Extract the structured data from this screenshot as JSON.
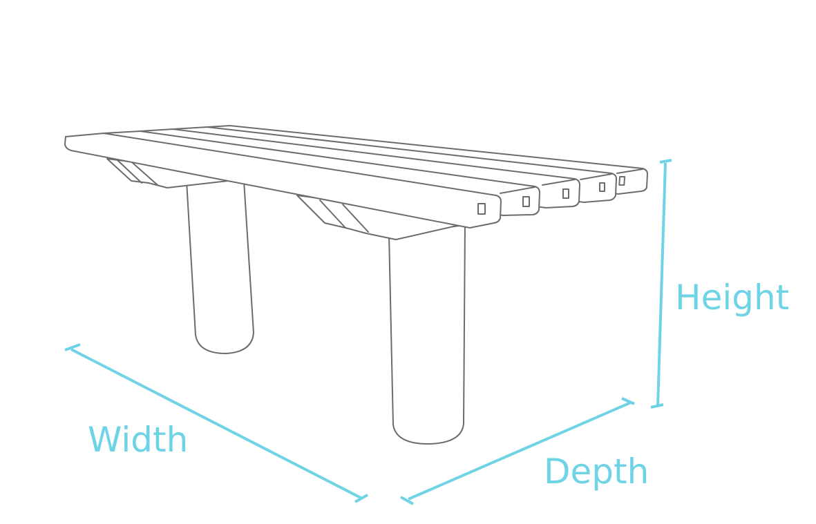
{
  "diagram": {
    "subject": "bench",
    "dimensions": {
      "width_label": "Width",
      "depth_label": "Depth",
      "height_label": "Height"
    },
    "colors": {
      "outline": "#6b6b6b",
      "dimension_accent": "#6fd3e6",
      "background": "#ffffff"
    },
    "bench": {
      "slat_count": 5,
      "leg_count": 2
    }
  }
}
